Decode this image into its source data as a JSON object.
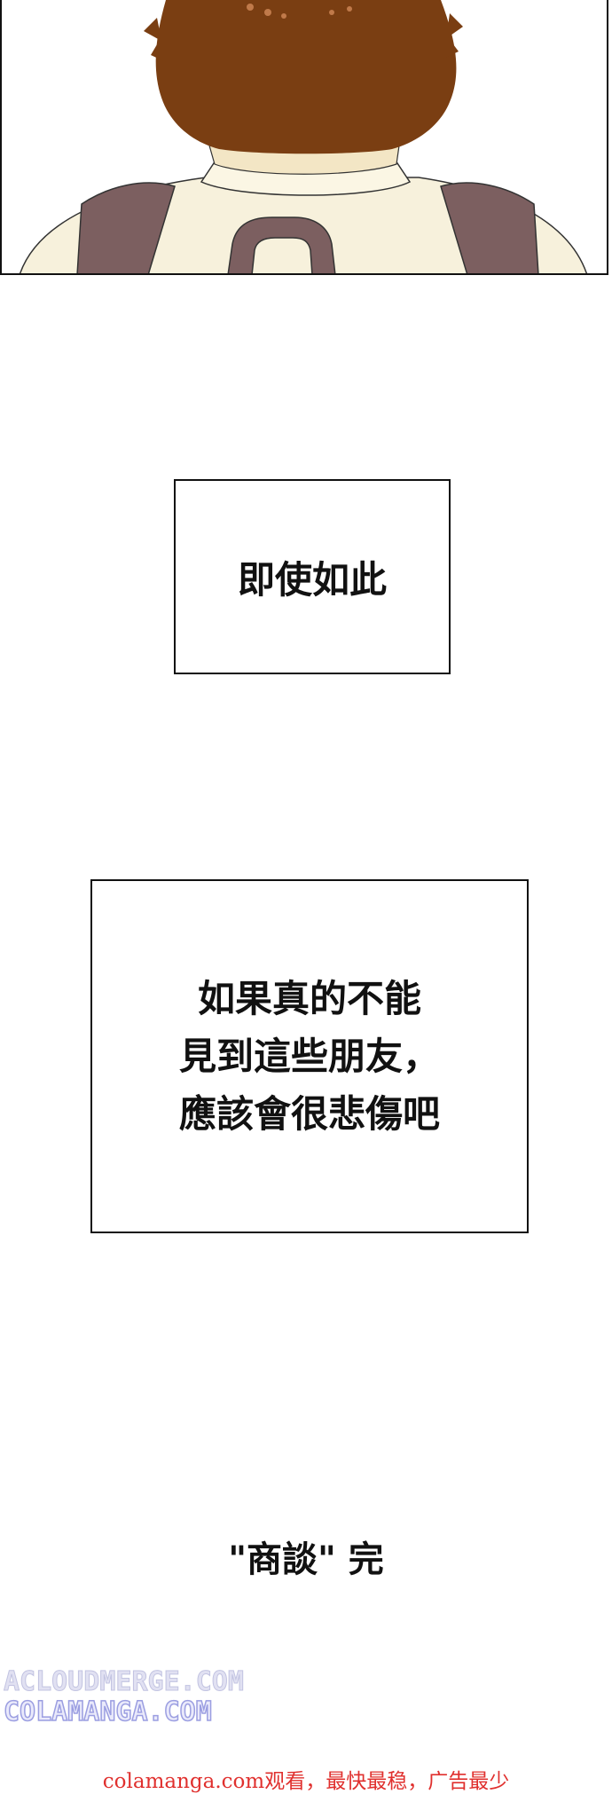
{
  "panels": {
    "narration_1": "即使如此",
    "narration_2": [
      "如果真的不能",
      "見到這些朋友，",
      "應該會很悲傷吧"
    ]
  },
  "end_text": "\"商談\" 完",
  "watermark": {
    "line1": "ACLOUDMERGE.COM",
    "line2": "COLAMANGA.COM"
  },
  "footer_ad": "colamanga.com观看，最快最稳，广告最少",
  "colors": {
    "hair": "#7a3e12",
    "shirt": "#f7f1dc",
    "strap": "#7c5f60",
    "ad_red": "#e0302e"
  }
}
